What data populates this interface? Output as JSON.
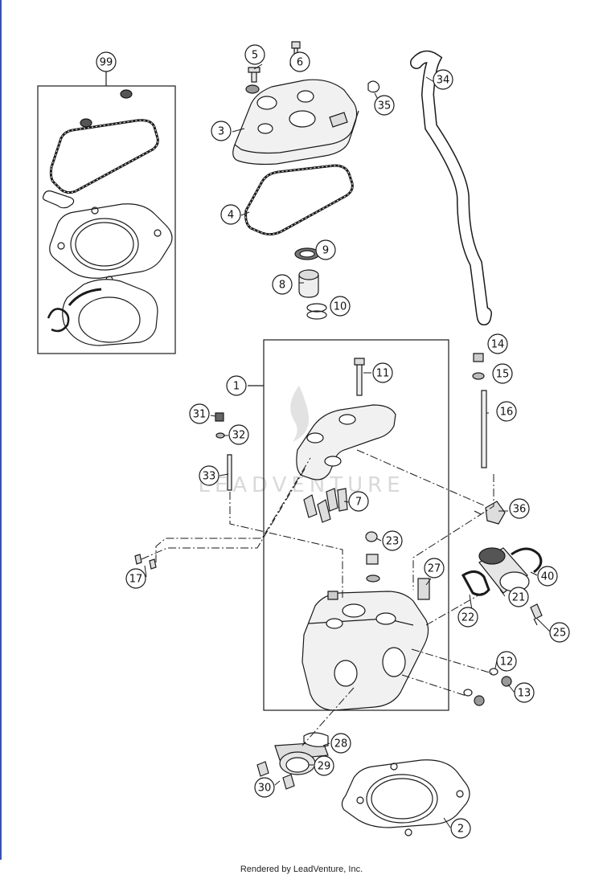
{
  "diagram": {
    "callouts": [
      {
        "id": "c99",
        "label": "99"
      },
      {
        "id": "c5",
        "label": "5"
      },
      {
        "id": "c6",
        "label": "6"
      },
      {
        "id": "c34",
        "label": "34"
      },
      {
        "id": "c35",
        "label": "35"
      },
      {
        "id": "c3",
        "label": "3"
      },
      {
        "id": "c4",
        "label": "4"
      },
      {
        "id": "c9",
        "label": "9"
      },
      {
        "id": "c8",
        "label": "8"
      },
      {
        "id": "c10",
        "label": "10"
      },
      {
        "id": "c14",
        "label": "14"
      },
      {
        "id": "c15",
        "label": "15"
      },
      {
        "id": "c1",
        "label": "1"
      },
      {
        "id": "c11",
        "label": "11"
      },
      {
        "id": "c16",
        "label": "16"
      },
      {
        "id": "c31",
        "label": "31"
      },
      {
        "id": "c32",
        "label": "32"
      },
      {
        "id": "c33",
        "label": "33"
      },
      {
        "id": "c7",
        "label": "7"
      },
      {
        "id": "c36",
        "label": "36"
      },
      {
        "id": "c23",
        "label": "23"
      },
      {
        "id": "c17",
        "label": "17"
      },
      {
        "id": "c27",
        "label": "27"
      },
      {
        "id": "c40",
        "label": "40"
      },
      {
        "id": "c21",
        "label": "21"
      },
      {
        "id": "c22",
        "label": "22"
      },
      {
        "id": "c25",
        "label": "25"
      },
      {
        "id": "c12",
        "label": "12"
      },
      {
        "id": "c13",
        "label": "13"
      },
      {
        "id": "c28",
        "label": "28"
      },
      {
        "id": "c29",
        "label": "29"
      },
      {
        "id": "c30",
        "label": "30"
      },
      {
        "id": "c2",
        "label": "2"
      }
    ],
    "watermark": "LEADVENTURE",
    "footer": "Rendered by LeadVenture, Inc."
  },
  "colors": {
    "line": "#1a1a1a",
    "part_fill": "#f1f1f1",
    "edge": "#3a52b4",
    "watermark": "#d9d9d9"
  }
}
